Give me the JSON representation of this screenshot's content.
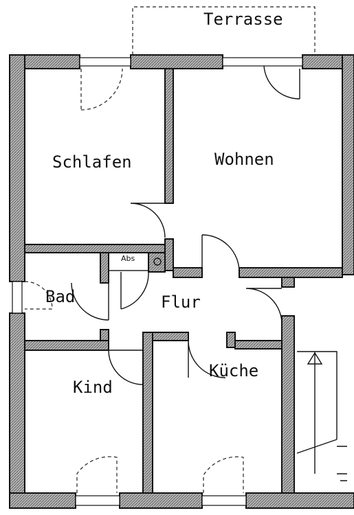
{
  "rooms": {
    "terrasse": "Terrasse",
    "schlafen": "Schlafen",
    "wohnen": "Wohnen",
    "bad": "Bad",
    "flur": "Flur",
    "kind": "Kind",
    "kueche": "Küche",
    "abstell": "Abs"
  },
  "colors": {
    "wall_fill": "#9a9a9a",
    "line": "#111111",
    "background": "#ffffff"
  }
}
